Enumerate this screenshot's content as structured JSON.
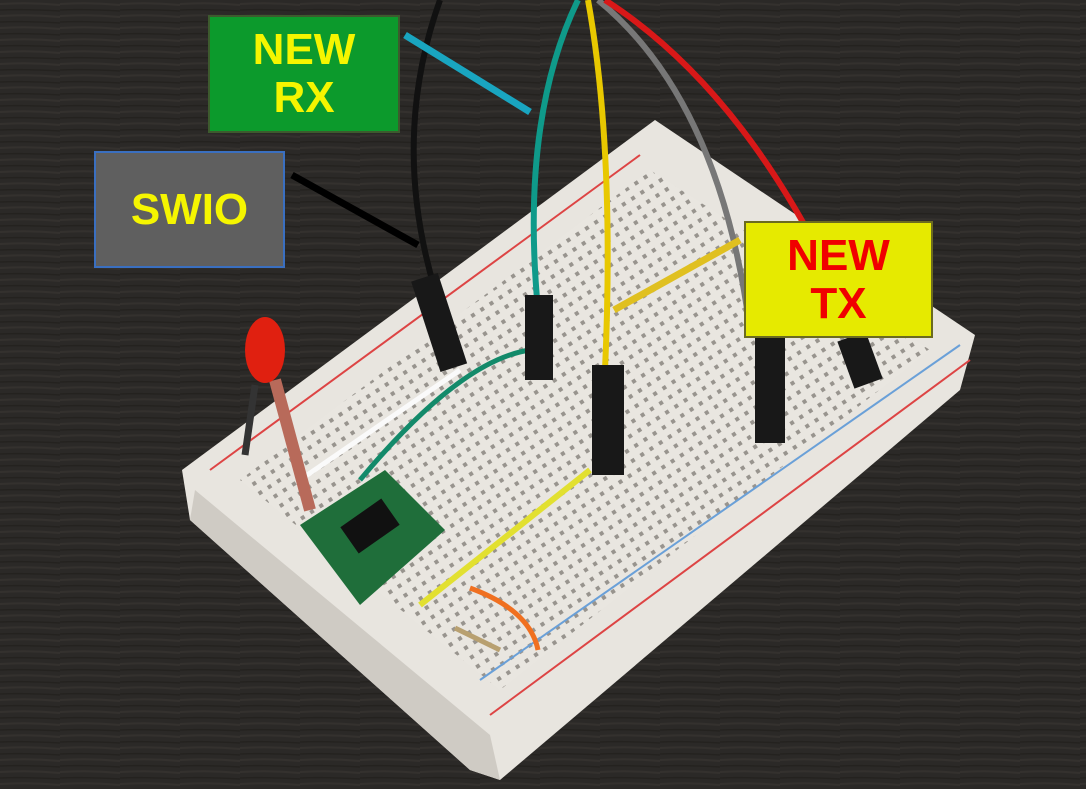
{
  "labels": {
    "new_rx": {
      "line1": "NEW",
      "line2": "RX",
      "background": "#0c9a2c",
      "text_color": "#f5f500"
    },
    "swio": {
      "text": "SWIO",
      "background": "#5f5f5f",
      "text_color": "#f5f500"
    },
    "new_tx": {
      "line1": "NEW",
      "line2": "TX",
      "background": "#e6ea00",
      "text_color": "#f00000"
    }
  },
  "wire_colors": {
    "rx": "#0f9a8a",
    "swio": "#111111",
    "tx": "#e8c800",
    "red": "#d81818",
    "gray": "#777777"
  }
}
